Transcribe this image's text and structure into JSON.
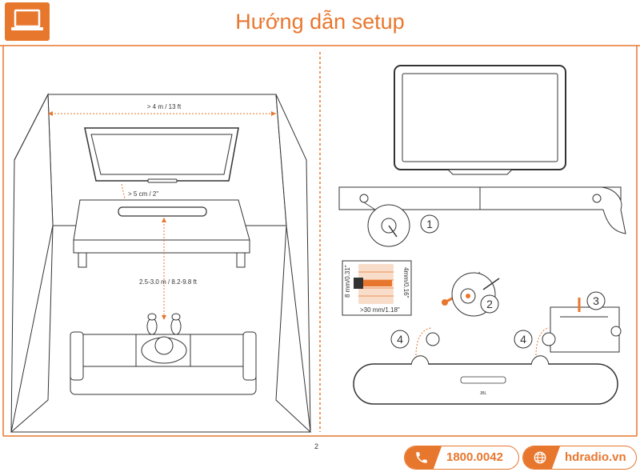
{
  "header": {
    "title": "Hướng dẫn setup",
    "logo_icon": "monitor-icon"
  },
  "left_panel": {
    "width_label": "> 4 m / 13 ft",
    "gap_label": "> 5 cm / 2\"",
    "distance_label": "2.5-3.0 m / 8.2-9.8 ft"
  },
  "right_panel": {
    "step1": "1",
    "step2": "2",
    "step3": "3",
    "step4a": "4",
    "step4b": "4",
    "wall_depth_label": ">30 mm/1.18\"",
    "screw_len_label": "8 mm/0.31\"",
    "screw_dia_label": "4mm/0.16\"",
    "brand_logo": "JBL"
  },
  "footer": {
    "page_number": "2",
    "phone": "1800.0042",
    "phone_icon": "phone-icon",
    "website": "hdradio.vn",
    "website_icon": "globe-icon"
  },
  "colors": {
    "accent": "#e8772e",
    "line": "#333333"
  }
}
